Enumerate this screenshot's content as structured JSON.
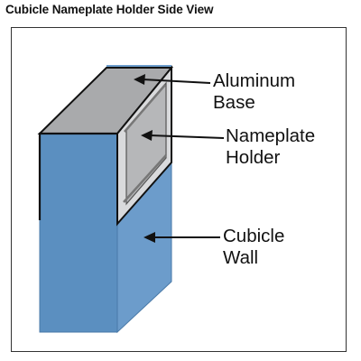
{
  "title": "Cubicle Nameplate Holder Side View",
  "labels": {
    "aluminum_base": [
      "Aluminum",
      "Base"
    ],
    "nameplate_holder": [
      "Nameplate",
      "Holder"
    ],
    "cubicle_wall": [
      "Cubicle",
      "Wall"
    ]
  },
  "colors": {
    "wall_blue": "#5b8fc0",
    "wall_blue_light": "#6c9ccb",
    "base_top": "#a9aaac",
    "holder_face": "#c9cacc",
    "holder_inner": "#b6b7b9",
    "outline": "#111111"
  }
}
